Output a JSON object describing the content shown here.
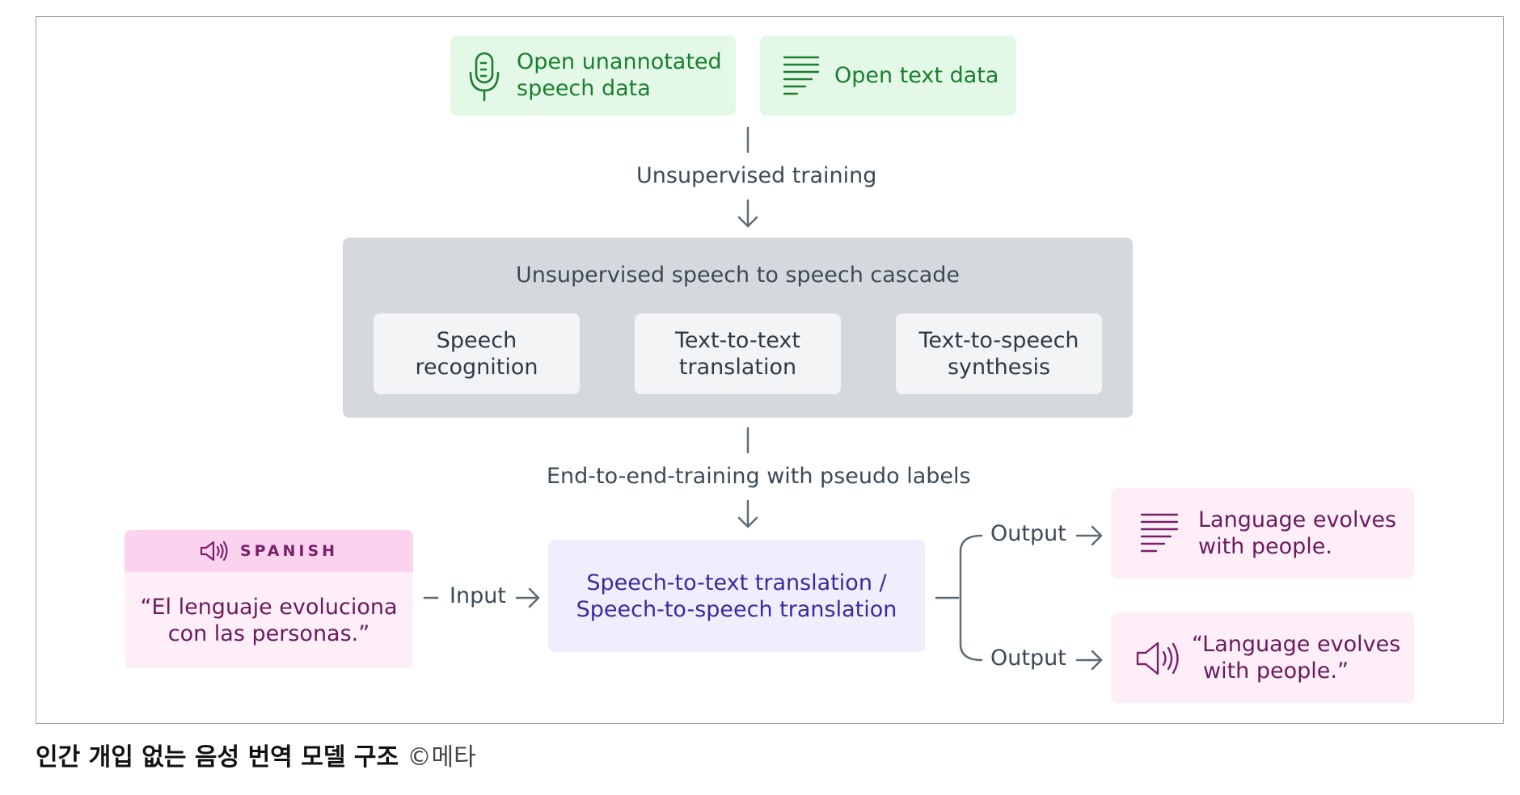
{
  "sources": {
    "speech_data": [
      "Open unannotated",
      "speech data"
    ],
    "text_data": "Open text data",
    "icons": {
      "speech": "microphone-icon",
      "text": "text-lines-icon"
    }
  },
  "unsupervised_training_label": "Unsupervised training",
  "cascade": {
    "title": "Unsupervised speech to speech cascade",
    "steps": [
      [
        "Speech",
        "recognition"
      ],
      [
        "Text-to-text",
        "translation"
      ],
      [
        "Text-to-speech",
        "synthesis"
      ]
    ]
  },
  "end_to_end_label": "End-to-end-training with pseudo labels",
  "input": {
    "language": "SPANISH",
    "icon": "speaker-icon",
    "quote": [
      "“El lenguaje evoluciona",
      "con las personas.”"
    ],
    "label": "Input"
  },
  "model": [
    "Speech-to-text translation /",
    "Speech-to-speech translation"
  ],
  "outputs": [
    {
      "label": "Output",
      "icon": "text-lines-icon",
      "text": [
        "Language evolves",
        "with people."
      ]
    },
    {
      "label": "Output",
      "icon": "speaker-icon",
      "text": [
        "“Language evolves",
        "with people.”"
      ]
    }
  ],
  "caption": {
    "title": "인간 개입 없는 음성 번역 모델 구조",
    "credit": "©메타"
  },
  "colors": {
    "source_bg": "#e4f8e8",
    "source_text": "#1a7f2e",
    "cascade_bg": "#d5d9de",
    "step_bg": "#f2f4f6",
    "model_bg": "#efeefd",
    "model_text": "#3a2a9f",
    "io_bg": "#fdeef8",
    "io_head_bg": "#fbd3ee",
    "io_text": "#6b1a5e",
    "connector": "#5f6b76"
  }
}
